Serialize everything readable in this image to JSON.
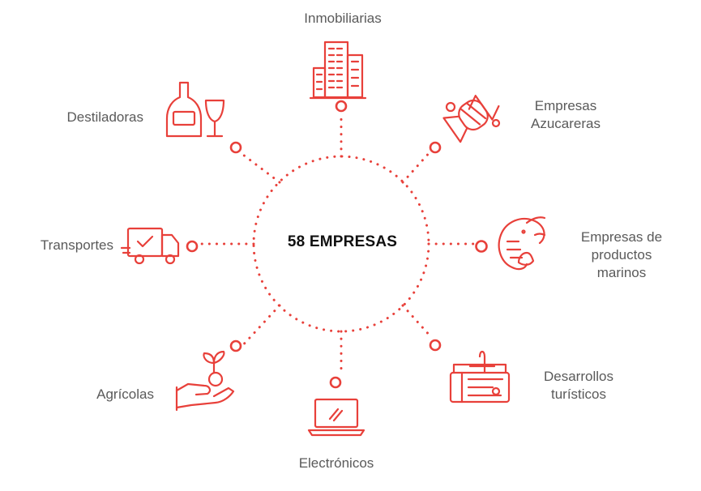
{
  "center": {
    "title": "58 EMPRESAS"
  },
  "sectors": [
    {
      "label": "Inmobiliarias",
      "icon": "building-icon"
    },
    {
      "label": "Empresas Azucareras",
      "icon": "candy-icon"
    },
    {
      "label": "Empresas de productos marinos",
      "icon": "shrimp-icon"
    },
    {
      "label": "Desarrollos turísticos",
      "icon": "plane-ticket-icon"
    },
    {
      "label": "Electrónicos",
      "icon": "laptop-icon"
    },
    {
      "label": "Agrícolas",
      "icon": "plant-hand-icon"
    },
    {
      "label": "Transportes",
      "icon": "truck-icon"
    },
    {
      "label": "Destiladoras",
      "icon": "bottle-glass-icon"
    }
  ],
  "colors": {
    "accent": "#e8403a",
    "text": "#5a5a5a",
    "title": "#111111"
  }
}
